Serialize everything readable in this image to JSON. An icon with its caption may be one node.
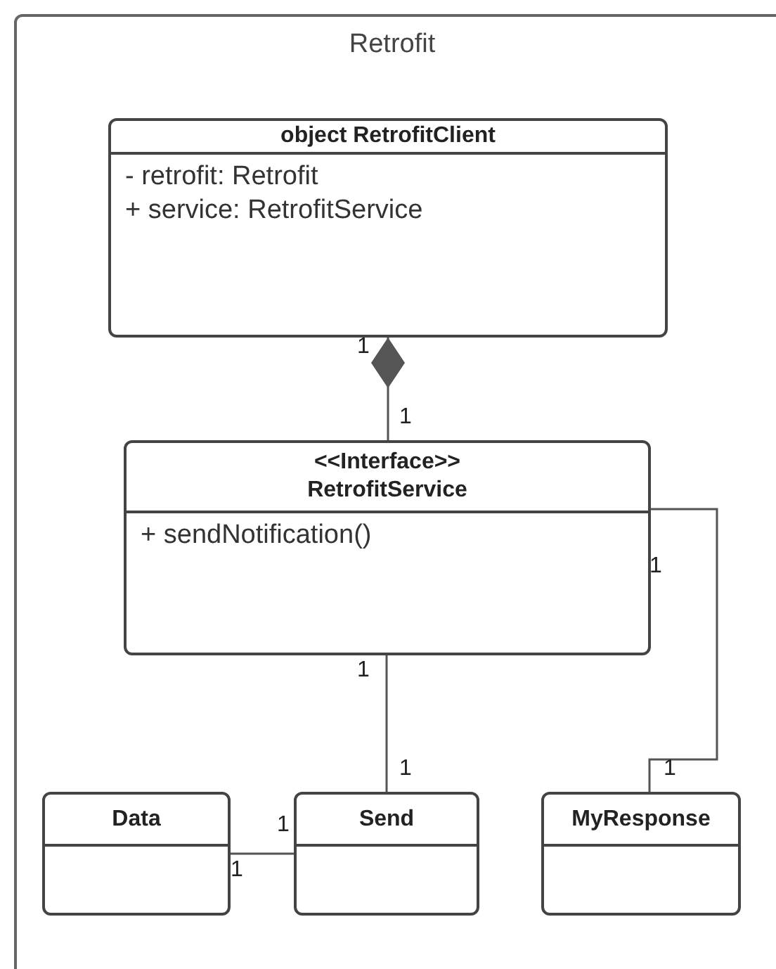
{
  "diagram": {
    "nodes": [
      {
        "text": [
          "Retrofit"
        ]
      },
      {
        "text": [
          "object RetrofitClient",
          "- retrofit: Retrofit",
          "+ service: RetrofitService"
        ],
        "in": 0
      },
      {
        "text": [
          "<<Interface>>",
          "RetrofitService",
          "+ sendNotification()"
        ],
        "in": 0
      },
      {
        "text": [
          "Data"
        ],
        "in": 0
      },
      {
        "text": [
          "Send"
        ],
        "in": 0
      },
      {
        "text": [
          "MyResponse"
        ],
        "in": 0
      }
    ],
    "edges": [
      {
        "from": 2,
        "to": 1,
        "arrow": "other"
      },
      {
        "from": 2,
        "to": 4,
        "arrow": "none"
      },
      {
        "from": 2,
        "to": 5,
        "arrow": "none"
      },
      {
        "from": 3,
        "to": 4,
        "arrow": "none"
      }
    ],
    "labels": [
      "1",
      "1",
      "1",
      "1",
      "1",
      "1",
      "1",
      "1"
    ]
  }
}
